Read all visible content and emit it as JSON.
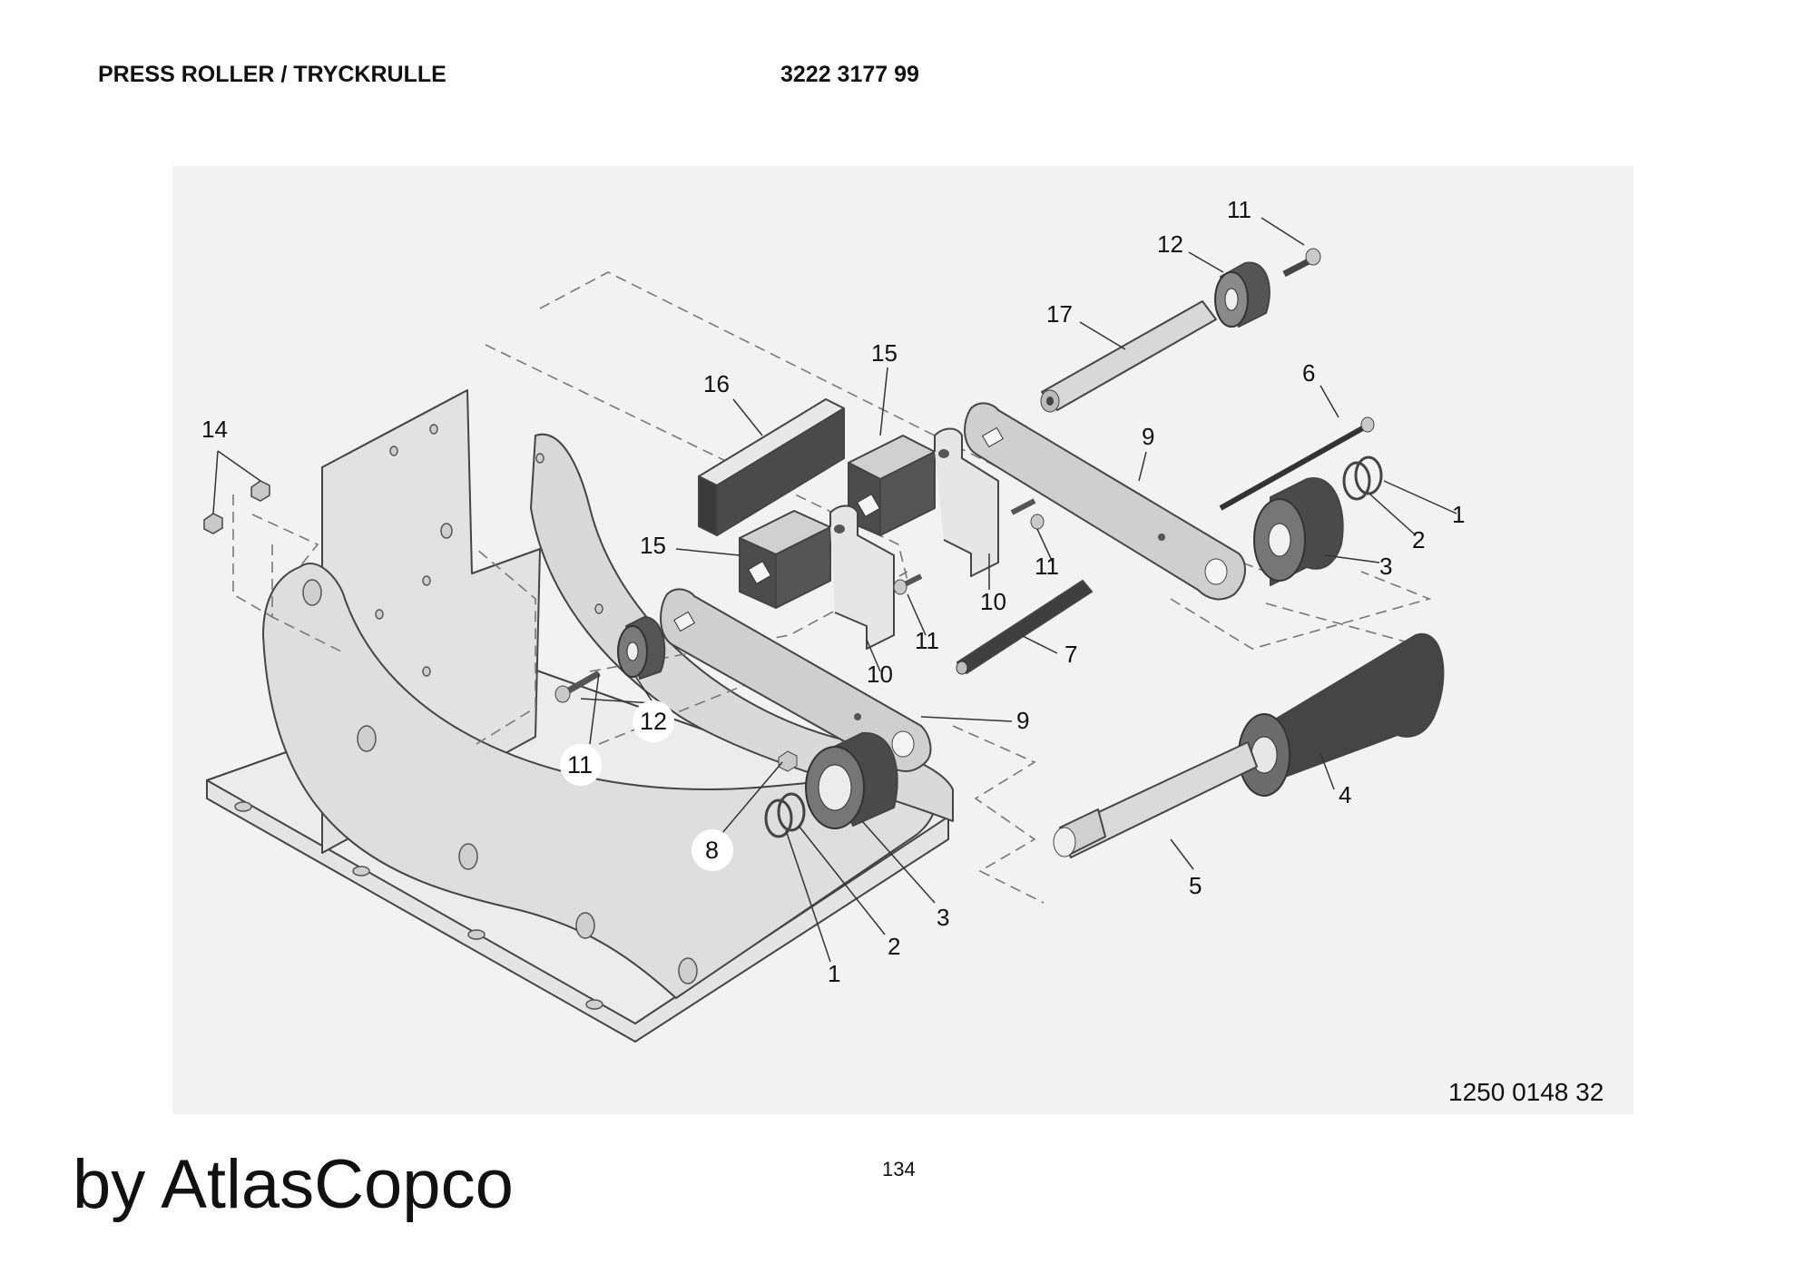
{
  "header": {
    "title": "PRESS ROLLER / TRYCKRULLE",
    "part_number": "3222 3177 99"
  },
  "drawing_number": "1250 0148 32",
  "page_number": "134",
  "watermark": "by AtlasCopco",
  "callouts": {
    "c1a": "11",
    "c1b": "12",
    "c1c": "17",
    "c1d": "15",
    "c1e": "16",
    "c1f": "6",
    "c1g": "9",
    "c1h": "14",
    "c1i": "1",
    "c1j": "2",
    "c1k": "3",
    "c1l": "15",
    "c1m": "11",
    "c1n": "10",
    "c1o": "11",
    "c1p": "7",
    "c1q": "10",
    "c1r": "9",
    "c1s": "4",
    "c1t": "12",
    "c1u": "11",
    "c1v": "8",
    "c1w": "5",
    "c1x": "3",
    "c1y": "2",
    "c1z": "1"
  }
}
